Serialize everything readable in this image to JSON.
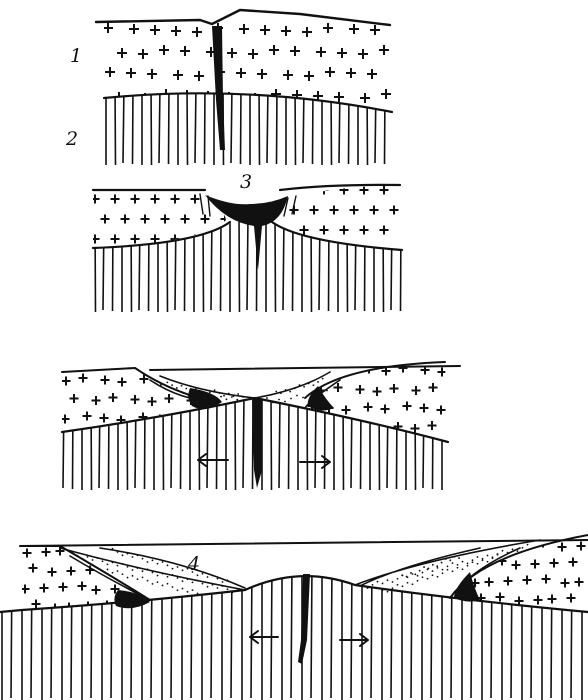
{
  "labels": {
    "label_1": "1",
    "label_2": "2",
    "label_3": "3",
    "label_4": "4"
  },
  "colors": {
    "ink": "#111111",
    "paper": "#ffffff"
  }
}
